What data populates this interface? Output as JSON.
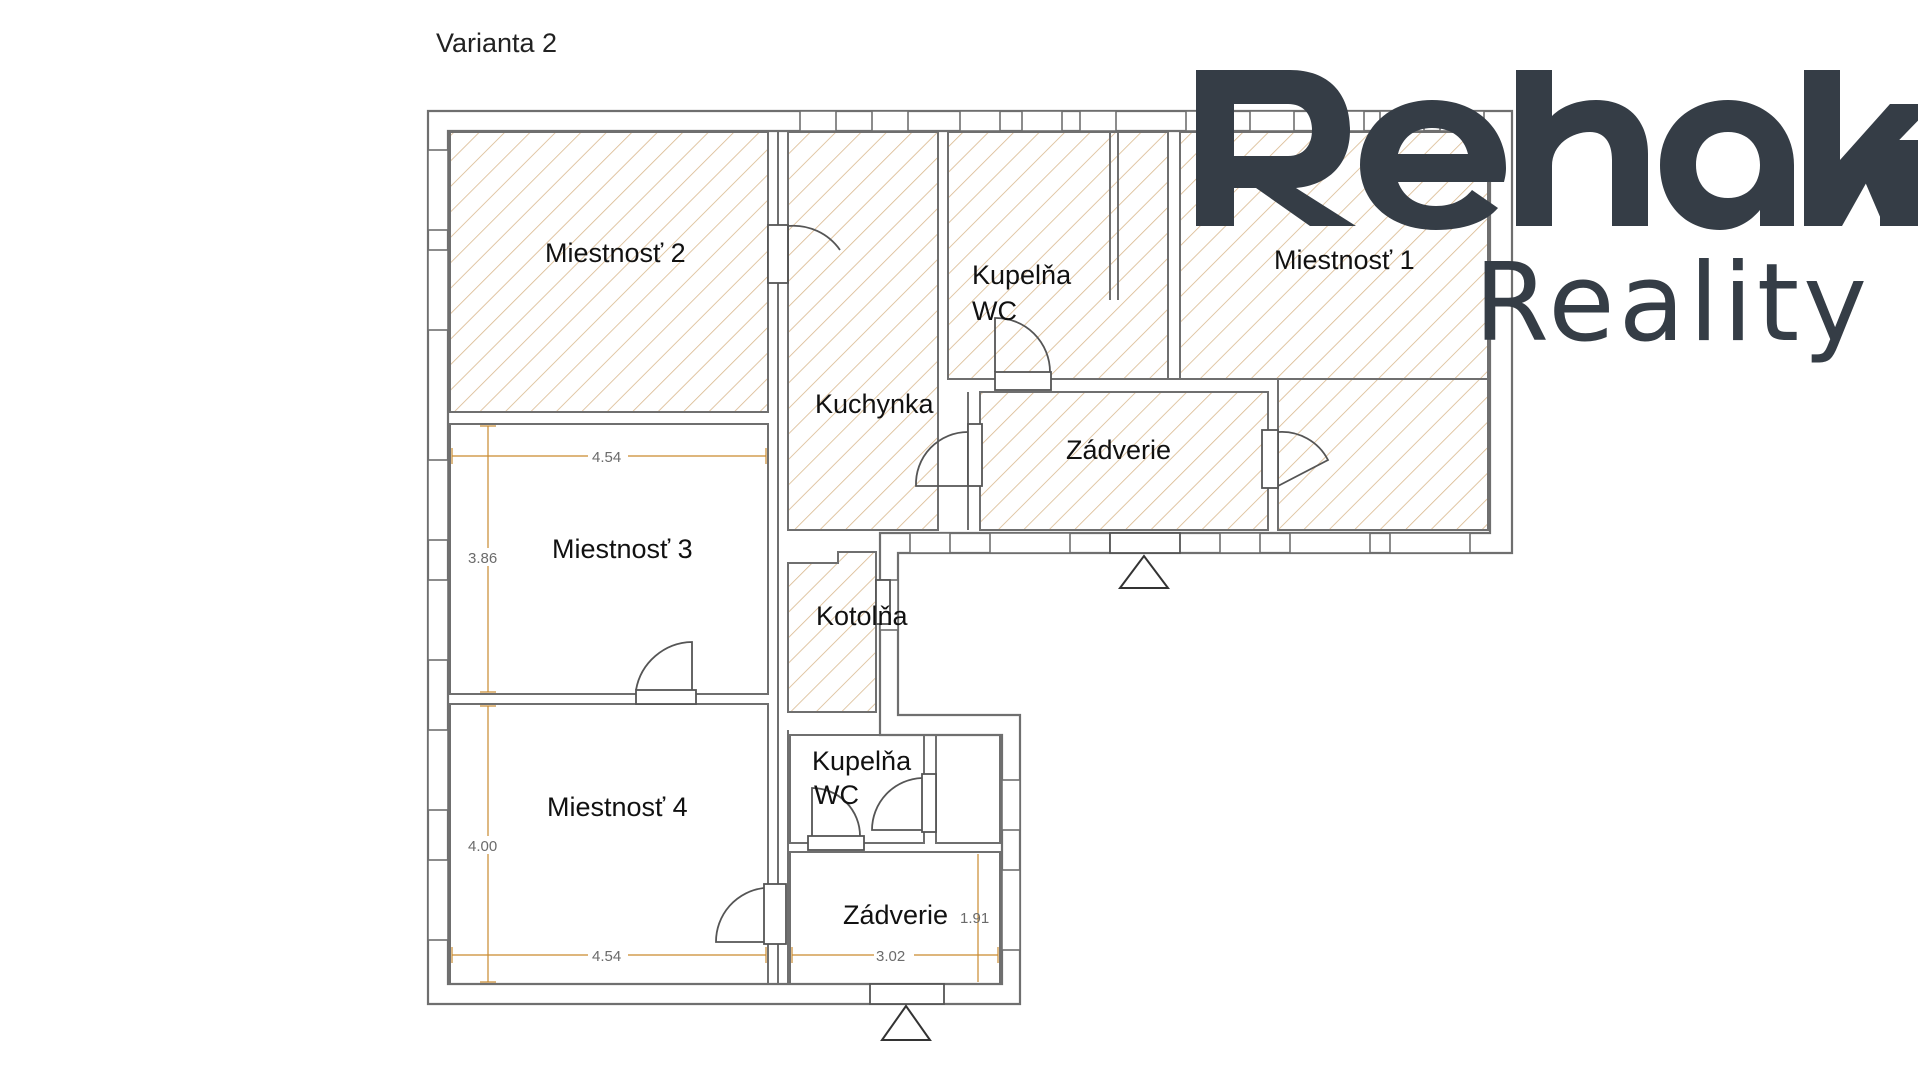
{
  "variant_title": "Varianta 2",
  "logo": {
    "brand_text": "Rehak",
    "sub_text": "Reality",
    "color": "#353d46"
  },
  "colors": {
    "wall": "#6f6f6f",
    "hatch": "#d9b88e",
    "dimension": "#c98a2f",
    "background": "#ffffff"
  },
  "rooms": [
    {
      "label": "Miestnosť 2"
    },
    {
      "label": "Kupelňa"
    },
    {
      "label": "WC"
    },
    {
      "label": "Miestnosť 1"
    },
    {
      "label": "Kuchynka"
    },
    {
      "label": "Zádverie"
    },
    {
      "label": "Miestnosť 3"
    },
    {
      "label": "Kotolňa"
    },
    {
      "label": "Miestnosť 4"
    },
    {
      "label": "Kupelňa"
    },
    {
      "label": "WC"
    },
    {
      "label": "Zádverie"
    }
  ],
  "dimensions": [
    {
      "value": "4.54"
    },
    {
      "value": "3.86"
    },
    {
      "value": "4.00"
    },
    {
      "value": "4.54"
    },
    {
      "value": "3.02"
    },
    {
      "value": "1.91"
    }
  ],
  "entrances": [
    {
      "name": "upper-entrance-marker"
    },
    {
      "name": "lower-entrance-marker"
    }
  ]
}
